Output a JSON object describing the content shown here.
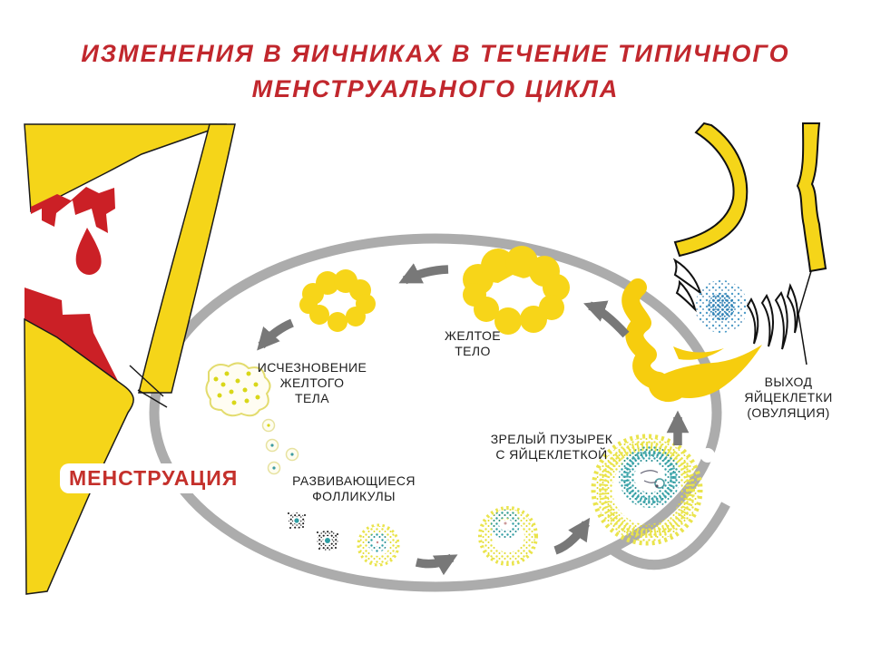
{
  "title": {
    "line1": "ИЗМЕНЕНИЯ В ЯИЧНИКАХ В ТЕЧЕНИЕ ТИПИЧНОГО",
    "line2": "МЕНСТРУАЛЬНОГО ЦИКЛА"
  },
  "labels": {
    "menstruation": "МЕНСТРУАЦИЯ",
    "corpus_luteum": "ЖЕЛТОЕ\nТЕЛО",
    "corpus_luteum_disappearance": "ИСЧЕЗНОВЕНИЕ\nЖЕЛТОГО\nТЕЛА",
    "developing_follicles": "РАЗВИВАЮЩИЕСЯ\nФОЛЛИКУЛЫ",
    "mature_follicle": "ЗРЕЛЫЙ ПУЗЫРЕК\nС ЯЙЦЕКЛЕТКОЙ",
    "ovulation": "ВЫХОД\nЯЙЦЕКЛЕТКИ\n(ОВУЛЯЦИЯ)"
  },
  "colors": {
    "title_red": "#C1272D",
    "menstruation_red": "#C4302B",
    "anatomy_yellow": "#F5D519",
    "blood_red": "#CB2026",
    "ovary_outline_gray": "#ACACAC",
    "arrow_gray": "#787878",
    "follicle_teal": "#2E9EA3",
    "egg_blue": "#3E8FBE",
    "label_text": "#1E1E1E"
  }
}
